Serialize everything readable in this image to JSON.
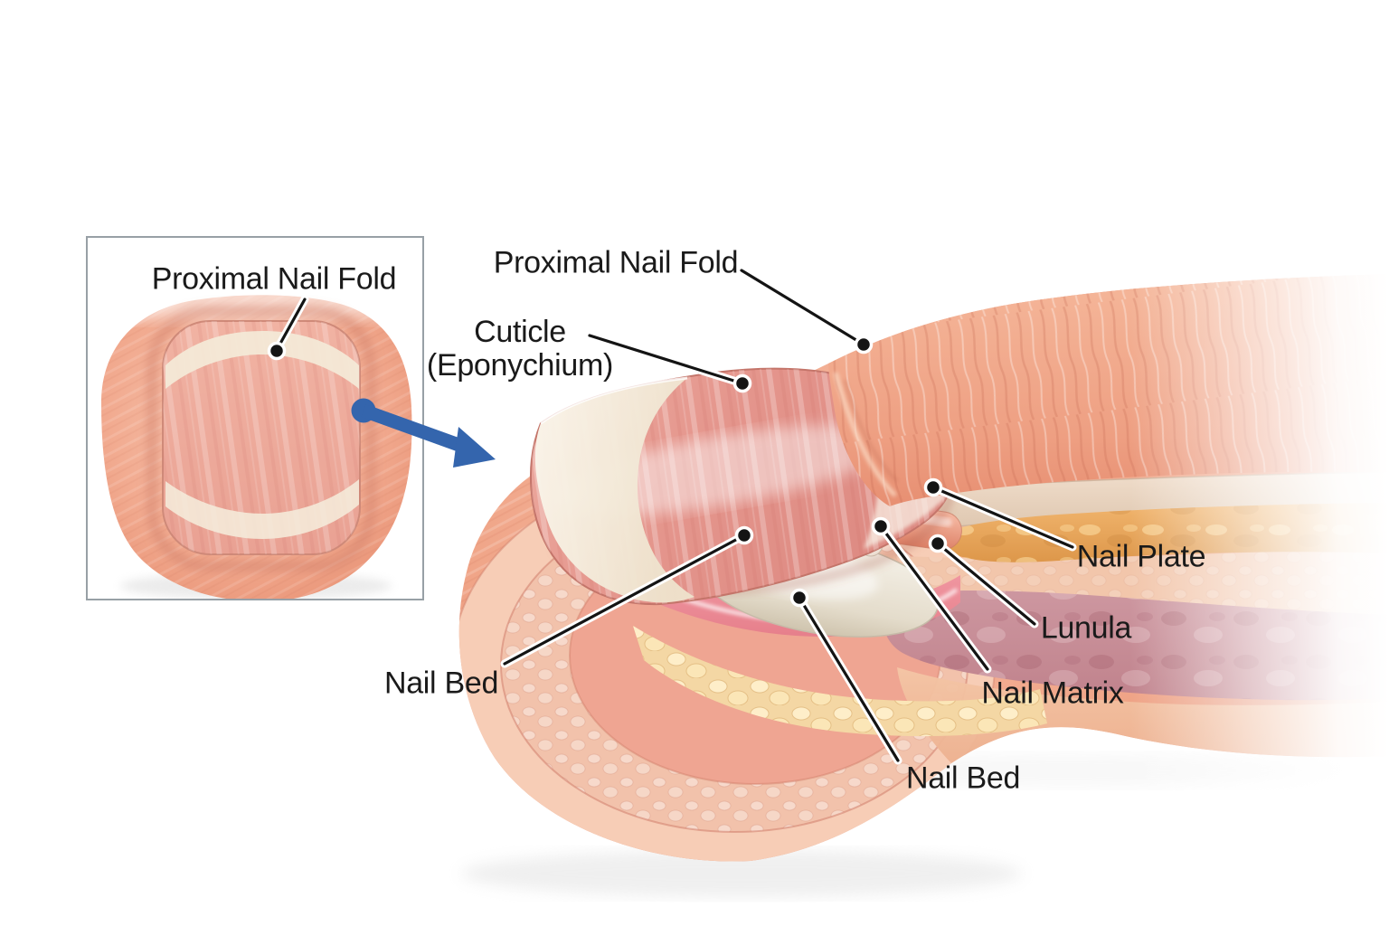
{
  "diagram": {
    "subject": "Fingernail anatomy cross-section",
    "inset": {
      "label": "Proximal Nail Fold"
    },
    "labels": {
      "proximal_nail_fold": "Proximal Nail Fold",
      "cuticle_line1": "Cuticle",
      "cuticle_line2": "(Eponychium)",
      "nail_plate": "Nail Plate",
      "lunula": "Lunula",
      "nail_matrix": "Nail Matrix",
      "nail_bed_left": "Nail Bed",
      "nail_bed_bottom": "Nail Bed"
    }
  },
  "colors": {
    "background": "#ffffff",
    "label_text": "#1a1a1a",
    "leader_line": "#141414",
    "leader_casing": "#ffffff",
    "panel_border": "#98a0a6",
    "arrow_blue": "#3465ad",
    "skin_light": "#f8c5b0",
    "skin_mid": "#ee9e83",
    "skin_deep": "#de8365",
    "nail_pink": "#e59a91",
    "nail_free_edge": "#f4ecdc",
    "nail_root_beige": "#e9d6c4",
    "bone_orange": "#e8a45c",
    "matrix_mauve": "#c78d96",
    "fat_yellow": "#f4d7a4",
    "lunula_white": "#ece5d7",
    "rim_pink": "#ee8f98"
  }
}
